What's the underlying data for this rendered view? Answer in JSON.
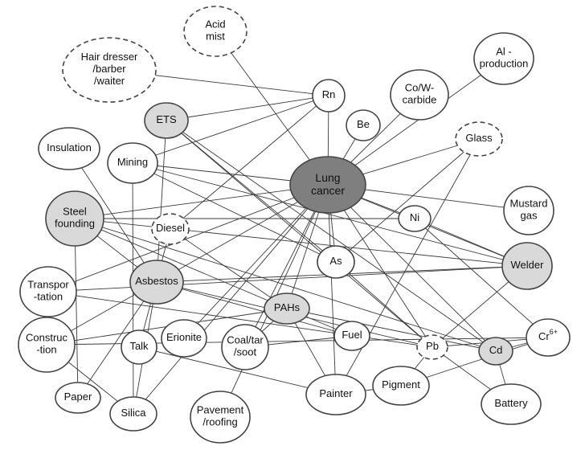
{
  "colors": {
    "background": "#ffffff",
    "node_fill_default": "#ffffff",
    "node_fill_highlight": "#d9d9d9",
    "node_fill_center": "#7f7f7f",
    "outline": "#444444",
    "edge": "#3a3a3a"
  },
  "nodes": [
    {
      "id": "lung_cancer",
      "lines": [
        "Lung",
        "cancer"
      ],
      "style": "center"
    },
    {
      "id": "acid_mist",
      "lines": [
        "Acid",
        "mist"
      ],
      "style": "dashed"
    },
    {
      "id": "hair_dresser",
      "lines": [
        "Hair dresser",
        "/barber",
        "/waiter"
      ],
      "style": "dashed"
    },
    {
      "id": "rn",
      "lines": [
        "Rn"
      ],
      "style": "plain"
    },
    {
      "id": "cow_carbide",
      "lines": [
        "Co/W-",
        "carbide"
      ],
      "style": "plain"
    },
    {
      "id": "al_production",
      "lines": [
        "Al -",
        "production"
      ],
      "style": "plain"
    },
    {
      "id": "ets",
      "lines": [
        "ETS"
      ],
      "style": "highlight"
    },
    {
      "id": "be",
      "lines": [
        "Be"
      ],
      "style": "plain"
    },
    {
      "id": "glass",
      "lines": [
        "Glass"
      ],
      "style": "dashed"
    },
    {
      "id": "insulation",
      "lines": [
        "Insulation"
      ],
      "style": "plain"
    },
    {
      "id": "mining",
      "lines": [
        "Mining"
      ],
      "style": "plain"
    },
    {
      "id": "steel_founding",
      "lines": [
        "Steel",
        "founding"
      ],
      "style": "highlight"
    },
    {
      "id": "diesel",
      "lines": [
        "Diesel"
      ],
      "style": "dashed"
    },
    {
      "id": "mustard_gas",
      "lines": [
        "Mustard",
        "gas"
      ],
      "style": "plain"
    },
    {
      "id": "ni",
      "lines": [
        "Ni"
      ],
      "style": "plain"
    },
    {
      "id": "as",
      "lines": [
        "As"
      ],
      "style": "plain"
    },
    {
      "id": "welder",
      "lines": [
        "Welder"
      ],
      "style": "highlight"
    },
    {
      "id": "asbestos",
      "lines": [
        "Asbestos"
      ],
      "style": "highlight"
    },
    {
      "id": "transportation",
      "lines": [
        "Transpor",
        "-tation"
      ],
      "style": "plain"
    },
    {
      "id": "pahs",
      "lines": [
        "PAHs"
      ],
      "style": "highlight"
    },
    {
      "id": "construction",
      "lines": [
        "Construc",
        "-tion"
      ],
      "style": "plain"
    },
    {
      "id": "talk",
      "lines": [
        "Talk"
      ],
      "style": "plain"
    },
    {
      "id": "erionite",
      "lines": [
        "Erionite"
      ],
      "style": "plain"
    },
    {
      "id": "coal_tar_soot",
      "lines": [
        "Coal/tar",
        "/soot"
      ],
      "style": "plain"
    },
    {
      "id": "fuel",
      "lines": [
        "Fuel"
      ],
      "style": "plain"
    },
    {
      "id": "pb",
      "lines": [
        "Pb"
      ],
      "style": "dashed"
    },
    {
      "id": "cd",
      "lines": [
        "Cd"
      ],
      "style": "highlight"
    },
    {
      "id": "cr6",
      "lines": [
        "Cr"
      ],
      "sup": "6+",
      "style": "plain"
    },
    {
      "id": "pigment",
      "lines": [
        "Pigment"
      ],
      "style": "plain"
    },
    {
      "id": "paper",
      "lines": [
        "Paper"
      ],
      "style": "plain"
    },
    {
      "id": "silica",
      "lines": [
        "Silica"
      ],
      "style": "plain"
    },
    {
      "id": "pavement_roofing",
      "lines": [
        "Pavement",
        "/roofing"
      ],
      "style": "plain"
    },
    {
      "id": "painter",
      "lines": [
        "Painter"
      ],
      "style": "plain"
    },
    {
      "id": "battery",
      "lines": [
        "Battery"
      ],
      "style": "plain"
    }
  ],
  "edges": [
    [
      "lung_cancer",
      "rn"
    ],
    [
      "lung_cancer",
      "be"
    ],
    [
      "lung_cancer",
      "cow_carbide"
    ],
    [
      "lung_cancer",
      "al_production"
    ],
    [
      "lung_cancer",
      "acid_mist"
    ],
    [
      "lung_cancer",
      "mining"
    ],
    [
      "lung_cancer",
      "steel_founding"
    ],
    [
      "lung_cancer",
      "mustard_gas"
    ],
    [
      "lung_cancer",
      "ni"
    ],
    [
      "lung_cancer",
      "as"
    ],
    [
      "lung_cancer",
      "asbestos"
    ],
    [
      "lung_cancer",
      "pahs"
    ],
    [
      "lung_cancer",
      "transportation"
    ],
    [
      "lung_cancer",
      "silica"
    ],
    [
      "lung_cancer",
      "pavement_roofing"
    ],
    [
      "lung_cancer",
      "painter"
    ],
    [
      "lung_cancer",
      "pb"
    ],
    [
      "lung_cancer",
      "cd"
    ],
    [
      "lung_cancer",
      "welder"
    ],
    [
      "lung_cancer",
      "coal_tar_soot"
    ],
    [
      "hair_dresser",
      "rn"
    ],
    [
      "ets",
      "rn"
    ],
    [
      "ets",
      "as"
    ],
    [
      "ets",
      "cd"
    ],
    [
      "ets",
      "pb"
    ],
    [
      "ets",
      "asbestos"
    ],
    [
      "rn",
      "mining"
    ],
    [
      "rn",
      "diesel"
    ],
    [
      "glass",
      "as"
    ],
    [
      "glass",
      "painter"
    ],
    [
      "glass",
      "lung_cancer"
    ],
    [
      "insulation",
      "asbestos"
    ],
    [
      "mining",
      "silica"
    ],
    [
      "mining",
      "welder"
    ],
    [
      "mining",
      "as"
    ],
    [
      "steel_founding",
      "ni"
    ],
    [
      "steel_founding",
      "cd"
    ],
    [
      "steel_founding",
      "pahs"
    ],
    [
      "steel_founding",
      "asbestos"
    ],
    [
      "steel_founding",
      "paper"
    ],
    [
      "steel_founding",
      "welder"
    ],
    [
      "diesel",
      "pahs"
    ],
    [
      "diesel",
      "talk"
    ],
    [
      "ni",
      "welder"
    ],
    [
      "ni",
      "cr6"
    ],
    [
      "as",
      "pb"
    ],
    [
      "welder",
      "asbestos"
    ],
    [
      "welder",
      "pb"
    ],
    [
      "welder",
      "transportation"
    ],
    [
      "asbestos",
      "fuel"
    ],
    [
      "asbestos",
      "construction"
    ],
    [
      "asbestos",
      "pb"
    ],
    [
      "asbestos",
      "silica"
    ],
    [
      "pahs",
      "fuel"
    ],
    [
      "pahs",
      "coal_tar_soot"
    ],
    [
      "pahs",
      "painter"
    ],
    [
      "pahs",
      "construction"
    ],
    [
      "pahs",
      "cd"
    ],
    [
      "pb",
      "pigment"
    ],
    [
      "pb",
      "cr6"
    ],
    [
      "pb",
      "battery"
    ],
    [
      "pb",
      "transportation"
    ],
    [
      "cd",
      "battery"
    ],
    [
      "cd",
      "cr6"
    ],
    [
      "pigment",
      "painter"
    ],
    [
      "pigment",
      "cr6"
    ],
    [
      "talk",
      "painter"
    ],
    [
      "construction",
      "cr6"
    ],
    [
      "paper",
      "asbestos"
    ],
    [
      "silica",
      "construction"
    ],
    [
      "coal_tar_soot",
      "fuel"
    ],
    [
      "erionite",
      "lung_cancer"
    ]
  ]
}
